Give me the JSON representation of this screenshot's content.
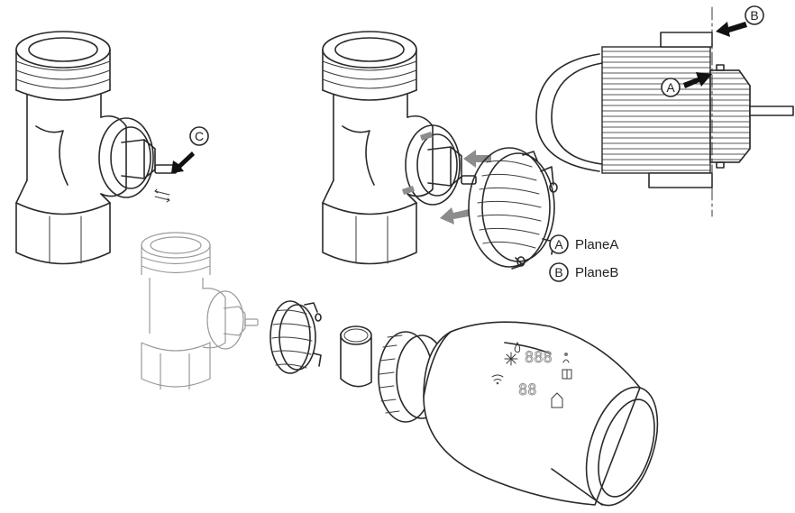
{
  "callouts": {
    "a": "A",
    "b": "B",
    "c": "C"
  },
  "legend": [
    {
      "letter": "A",
      "label": "PlaneA"
    },
    {
      "letter": "B",
      "label": "PlaneB"
    }
  ],
  "display_digits": {
    "row1": "888",
    "row2": "88"
  }
}
